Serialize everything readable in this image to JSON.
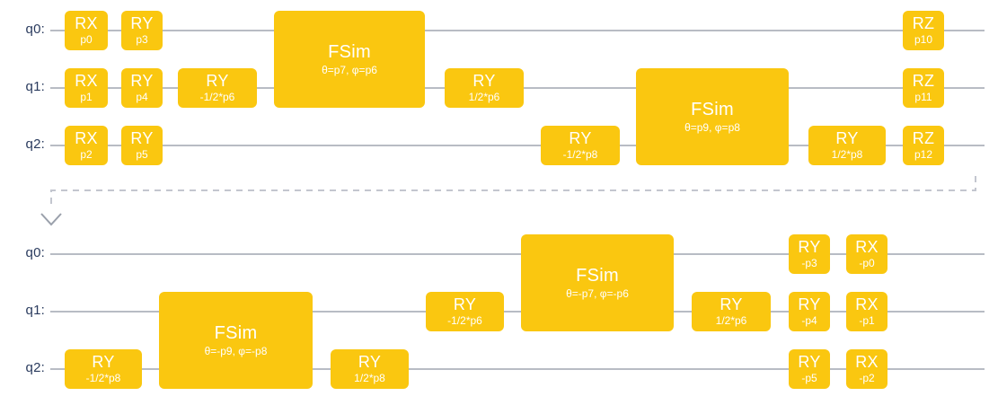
{
  "diagram": {
    "type": "quantum-circuit",
    "title": "",
    "gate_color": "#fac710",
    "wire_color": "#b8bcc4",
    "label_color": "#2a3b5e",
    "transition_arrow": "dashed-feedback-arrow"
  },
  "circuits": [
    {
      "id": "forward",
      "qubit_labels": [
        "q0:",
        "q1:",
        "q2:"
      ],
      "gates": [
        {
          "name": "RX",
          "param": "p0",
          "qubits": [
            0
          ],
          "col": 0
        },
        {
          "name": "RY",
          "param": "p3",
          "qubits": [
            0
          ],
          "col": 1
        },
        {
          "name": "RX",
          "param": "p1",
          "qubits": [
            1
          ],
          "col": 0
        },
        {
          "name": "RY",
          "param": "p4",
          "qubits": [
            1
          ],
          "col": 1
        },
        {
          "name": "RY",
          "param": "-1/2*p6",
          "qubits": [
            1
          ],
          "col": 2
        },
        {
          "name": "RX",
          "param": "p2",
          "qubits": [
            2
          ],
          "col": 0
        },
        {
          "name": "RY",
          "param": "p5",
          "qubits": [
            2
          ],
          "col": 1
        },
        {
          "name": "FSim",
          "param": "θ=p7, φ=p6",
          "qubits": [
            0,
            1
          ],
          "col": 3
        },
        {
          "name": "RY",
          "param": "1/2*p6",
          "qubits": [
            1
          ],
          "col": 4
        },
        {
          "name": "RY",
          "param": "-1/2*p8",
          "qubits": [
            2
          ],
          "col": 5
        },
        {
          "name": "FSim",
          "param": "θ=p9, φ=p8",
          "qubits": [
            1,
            2
          ],
          "col": 6
        },
        {
          "name": "RY",
          "param": "1/2*p8",
          "qubits": [
            2
          ],
          "col": 7
        },
        {
          "name": "RZ",
          "param": "p10",
          "qubits": [
            0
          ],
          "col": 8
        },
        {
          "name": "RZ",
          "param": "p11",
          "qubits": [
            1
          ],
          "col": 8
        },
        {
          "name": "RZ",
          "param": "p12",
          "qubits": [
            2
          ],
          "col": 8
        }
      ]
    },
    {
      "id": "inverse",
      "qubit_labels": [
        "q0:",
        "q1:",
        "q2:"
      ],
      "gates": [
        {
          "name": "RY",
          "param": "-1/2*p8",
          "qubits": [
            2
          ],
          "col": 0
        },
        {
          "name": "FSim",
          "param": "θ=-p9, φ=-p8",
          "qubits": [
            1,
            2
          ],
          "col": 1
        },
        {
          "name": "RY",
          "param": "1/2*p8",
          "qubits": [
            2
          ],
          "col": 2
        },
        {
          "name": "RY",
          "param": "-1/2*p6",
          "qubits": [
            1
          ],
          "col": 3
        },
        {
          "name": "FSim",
          "param": "θ=-p7, φ=-p6",
          "qubits": [
            0,
            1
          ],
          "col": 4
        },
        {
          "name": "RY",
          "param": "1/2*p6",
          "qubits": [
            1
          ],
          "col": 5
        },
        {
          "name": "RY",
          "param": "-p3",
          "qubits": [
            0
          ],
          "col": 6
        },
        {
          "name": "RY",
          "param": "-p4",
          "qubits": [
            1
          ],
          "col": 6
        },
        {
          "name": "RY",
          "param": "-p5",
          "qubits": [
            2
          ],
          "col": 6
        },
        {
          "name": "RX",
          "param": "-p0",
          "qubits": [
            0
          ],
          "col": 7
        },
        {
          "name": "RX",
          "param": "-p1",
          "qubits": [
            1
          ],
          "col": 7
        },
        {
          "name": "RX",
          "param": "-p2",
          "qubits": [
            2
          ],
          "col": 7
        }
      ]
    }
  ]
}
